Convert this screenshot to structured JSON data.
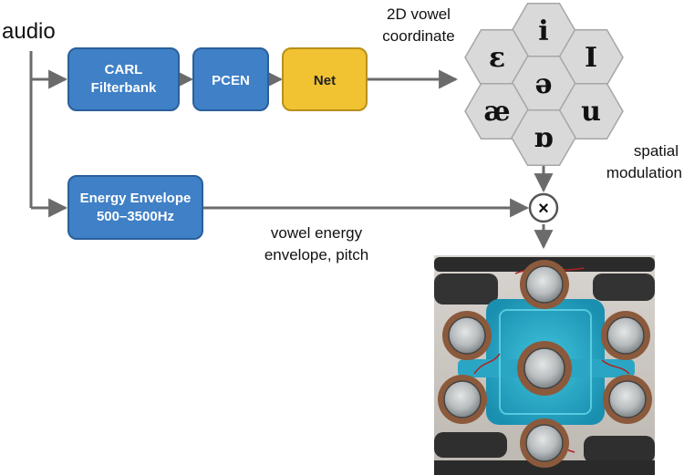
{
  "input_label": "audio",
  "blocks": {
    "carl": [
      "CARL",
      "Filterbank"
    ],
    "pcen": "PCEN",
    "net": "Net",
    "energy": [
      "Energy Envelope",
      "500–3500Hz"
    ]
  },
  "annotations": {
    "vowel_coordinate": [
      "2D vowel",
      "coordinate"
    ],
    "spatial_modulation": [
      "spatial",
      "modulation"
    ],
    "energy_envelope": [
      "vowel energy",
      "envelope, pitch"
    ]
  },
  "multiply_symbol": "×",
  "vowel_hexagons": {
    "top": "i",
    "upper_left": "ɛ",
    "upper_right": "I",
    "center": "ə",
    "lower_left": "æ",
    "lower_right": "u",
    "bottom": "ɒ"
  },
  "colors": {
    "block_blue": "#3f80c6",
    "block_blue_border": "#2a5f9b",
    "block_yellow": "#f1c232",
    "block_yellow_border": "#b8901a",
    "arrow_gray": "#6b6b6b",
    "hexagon_fill": "#d9d9d9",
    "hexagon_stroke": "#a6a6a6"
  }
}
